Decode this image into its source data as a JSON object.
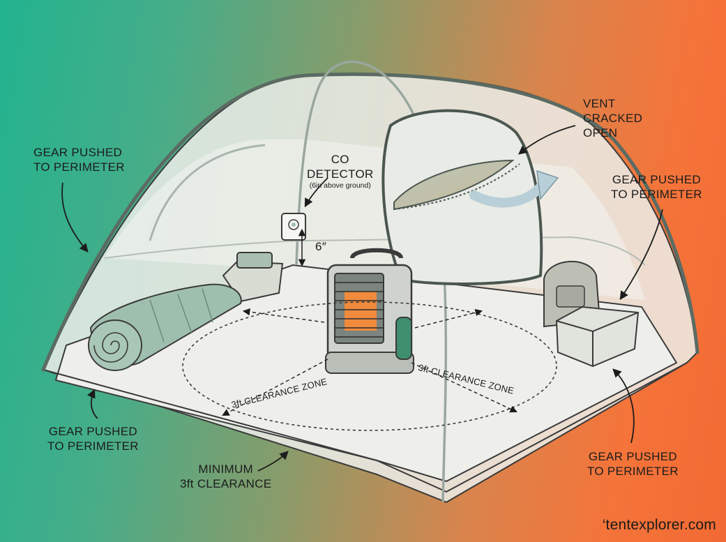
{
  "labels": {
    "gear_top_left": [
      "GEAR PUSHED",
      "TO PERIMETER"
    ],
    "gear_bottom_left": [
      "GEAR PUSHED",
      "TO PERIMETER"
    ],
    "gear_right": [
      "GEAR PUSHED",
      "TO PERIMETER"
    ],
    "gear_bottom_right": [
      "GEAR PUSHED",
      "TO PERIMETER"
    ],
    "vent": [
      "VENT",
      "CRACKED",
      "OPEN"
    ],
    "co_detector": [
      "CO",
      "DETECTOR"
    ],
    "co_note": "(6in above ground)",
    "height_mark": "6″",
    "clearance_zone_left": "3ft CLEARANCE ZONE",
    "clearance_zone_right": "3ft CLEARANCE ZONE",
    "minimum": [
      "MINIMUM",
      "3ft CLEARANCE"
    ]
  },
  "credit": "‘tentexplorer.com",
  "colors": {
    "bg_left": "#22b38f",
    "bg_right": "#f26a33",
    "tent_fabric": "#eceee9",
    "heater_glow": "#f08a3c",
    "gear_green": "#9fbfae"
  }
}
